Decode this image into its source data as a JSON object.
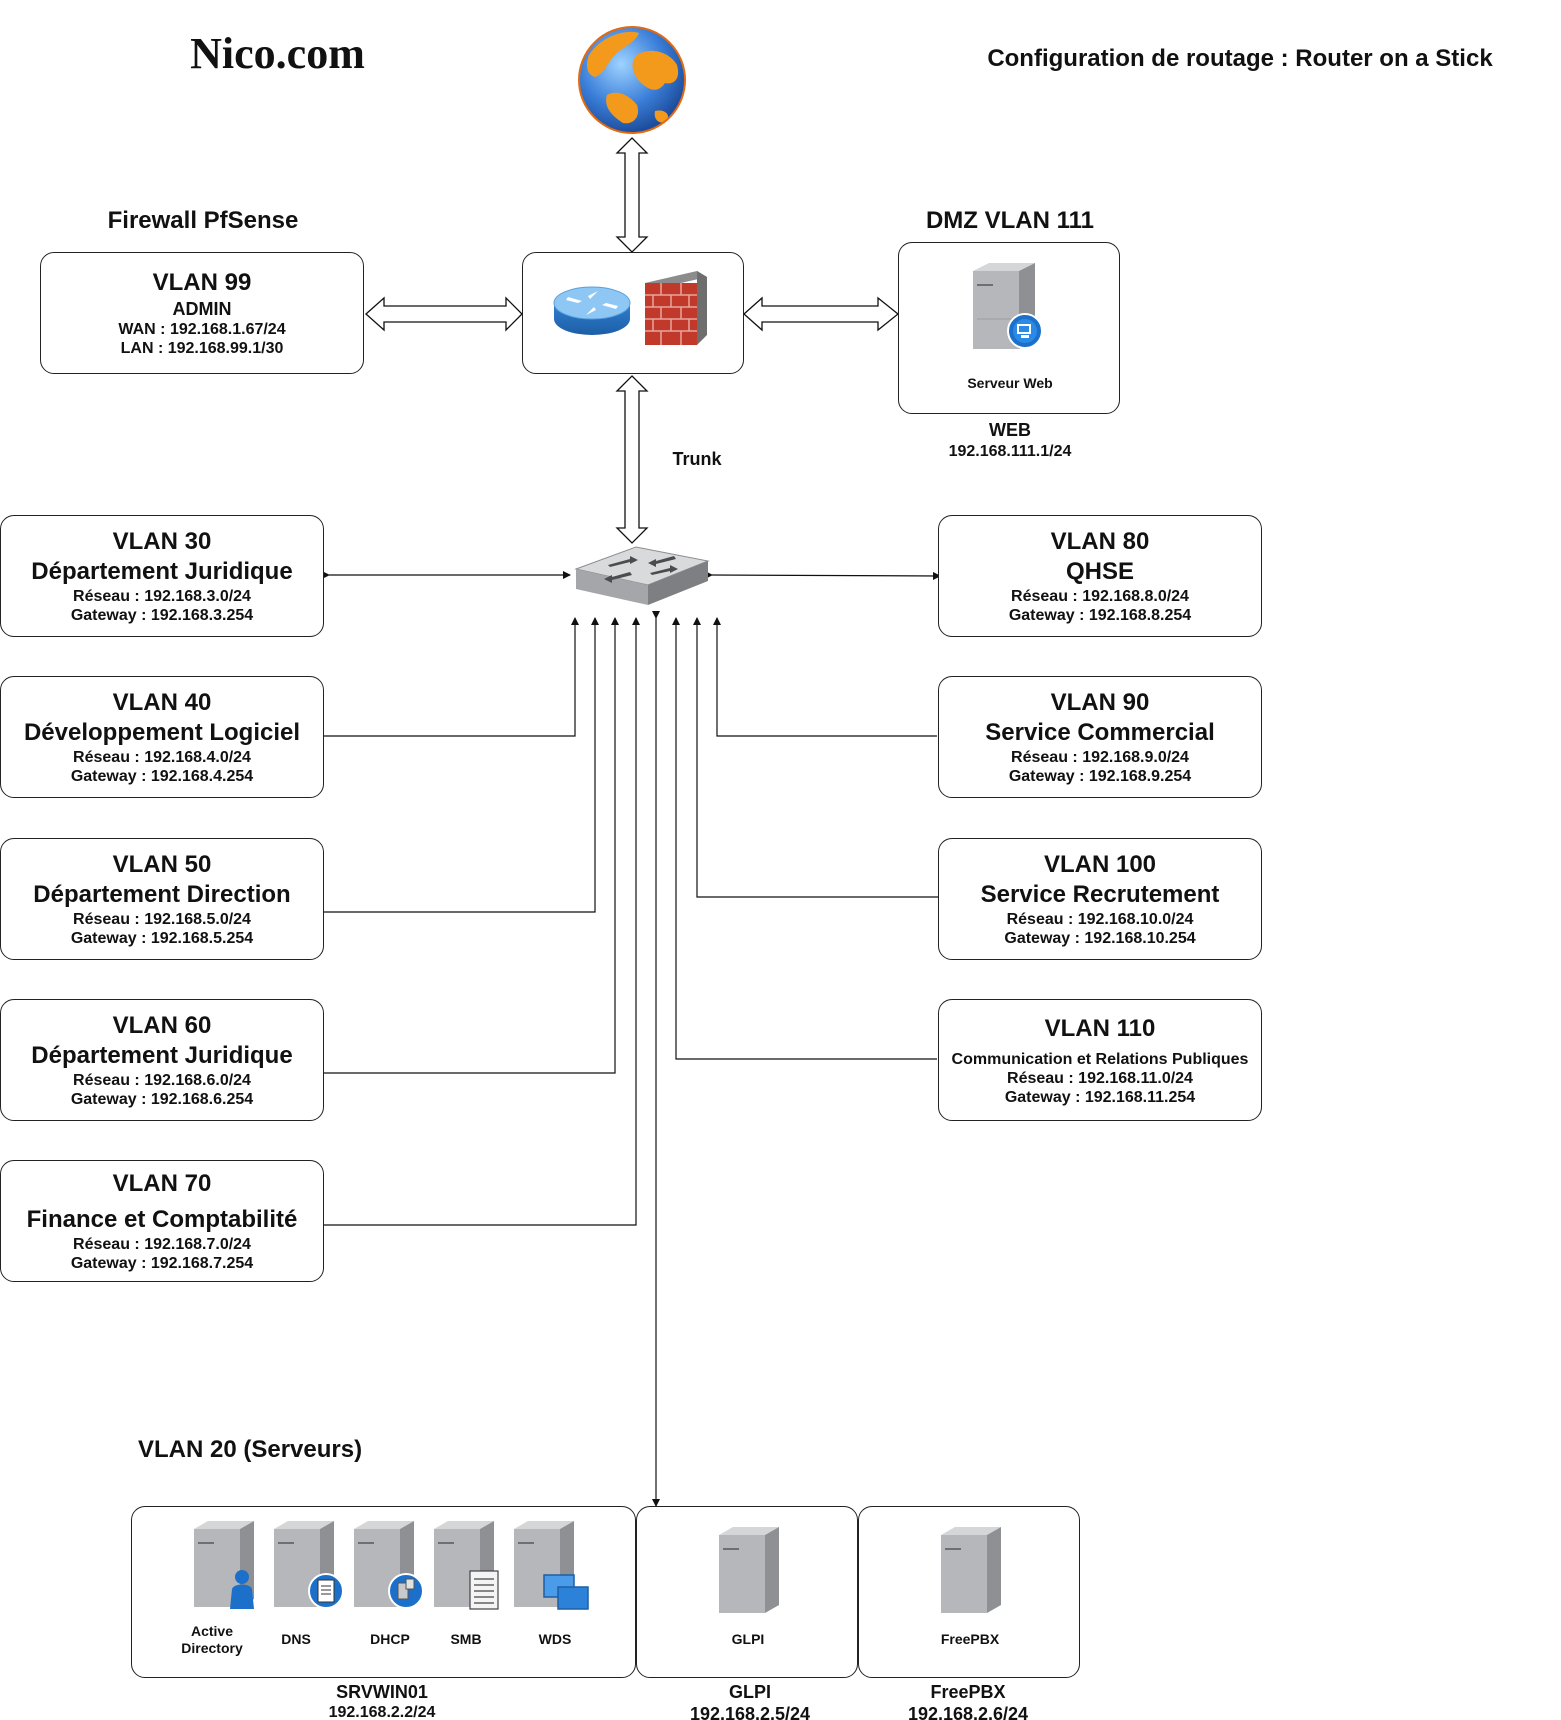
{
  "header": {
    "brand": "Nico.com",
    "title": "Configuration de routage : Router on a Stick"
  },
  "firewall": {
    "heading": "Firewall PfSense",
    "vlan": "VLAN 99",
    "role": "ADMIN",
    "wan": "WAN : 192.168.1.67/24",
    "lan": "LAN : 192.168.99.1/30"
  },
  "dmz": {
    "heading": "DMZ VLAN 111",
    "server_label": "Serveur Web",
    "name": "WEB",
    "ip": "192.168.111.1/24"
  },
  "trunk_label": "Trunk",
  "vlans_left": [
    {
      "title": "VLAN 30",
      "name": "Département Juridique",
      "reseau": "Réseau : 192.168.3.0/24",
      "gateway": "Gateway : 192.168.3.254"
    },
    {
      "title": "VLAN 40",
      "name": "Développement Logiciel",
      "reseau": "Réseau : 192.168.4.0/24",
      "gateway": "Gateway : 192.168.4.254"
    },
    {
      "title": "VLAN 50",
      "name": "Département Direction",
      "reseau": "Réseau : 192.168.5.0/24",
      "gateway": "Gateway : 192.168.5.254"
    },
    {
      "title": "VLAN 60",
      "name": "Département Juridique",
      "reseau": "Réseau : 192.168.6.0/24",
      "gateway": "Gateway : 192.168.6.254"
    },
    {
      "title": "VLAN 70",
      "name": "Finance et Comptabilité",
      "reseau": "Réseau : 192.168.7.0/24",
      "gateway": "Gateway : 192.168.7.254"
    }
  ],
  "vlans_right": [
    {
      "title": "VLAN 80",
      "name": "QHSE",
      "reseau": "Réseau : 192.168.8.0/24",
      "gateway": "Gateway : 192.168.8.254"
    },
    {
      "title": "VLAN 90",
      "name": "Service Commercial",
      "reseau": "Réseau : 192.168.9.0/24",
      "gateway": "Gateway : 192.168.9.254"
    },
    {
      "title": "VLAN 100",
      "name": "Service Recrutement",
      "reseau": "Réseau : 192.168.10.0/24",
      "gateway": "Gateway : 192.168.10.254"
    },
    {
      "title": "VLAN 110",
      "name": "Communication et Relations Publiques",
      "reseau": "Réseau : 192.168.11.0/24",
      "gateway": "Gateway : 192.168.11.254"
    }
  ],
  "servers": {
    "heading": "VLAN 20 (Serveurs)",
    "srvwin": {
      "name": "SRVWIN01",
      "ip": "192.168.2.2/24",
      "roles": [
        "Active\nDirectory",
        "DNS",
        "DHCP",
        "SMB",
        "WDS"
      ]
    },
    "glpi": {
      "label": "GLPI",
      "name": "GLPI",
      "ip": "192.168.2.5/24"
    },
    "freepbx": {
      "label": "FreePBX",
      "name": "FreePBX",
      "ip": "192.168.2.6/24"
    }
  },
  "icons": {
    "internet": "globe-icon",
    "router": "router-icon",
    "firewall": "brick-wall-icon",
    "switch": "switch-icon",
    "server": "server-icon"
  },
  "colors": {
    "globe_ocean": "#3b7fd9",
    "globe_land": "#f39a1c",
    "router": "#3a8fd8",
    "firewall_brick": "#c0392b",
    "server": "#a9abae"
  }
}
